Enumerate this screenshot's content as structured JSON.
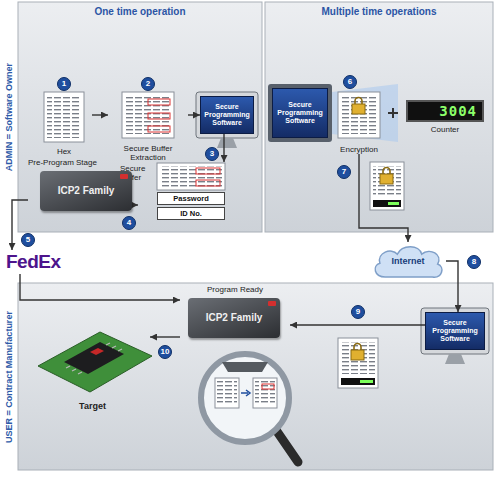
{
  "diagram": {
    "nodes": [
      {
        "text": [
          "ADMIN = Software Owner"
        ]
      },
      {
        "text": [
          "One time operation"
        ],
        "in": 0
      },
      {
        "text": [
          "Hex"
        ],
        "in": 1
      },
      {
        "text": [
          "Secure Buffer Extraction"
        ],
        "in": 1
      },
      {
        "text": [
          "Secure Programming Software"
        ],
        "in": 1
      },
      {
        "text": [
          "Secure Buffer"
        ],
        "in": 1
      },
      {
        "text": [
          "Password"
        ],
        "in": 5
      },
      {
        "text": [
          "ID No."
        ],
        "in": 5
      },
      {
        "text": [
          "Pre-Program Stage",
          "ICP2 Family"
        ],
        "in": 1
      },
      {
        "text": [
          "Multiple time operations"
        ],
        "in": 0
      },
      {
        "text": [
          "Secure Programming Software"
        ],
        "in": 9
      },
      {
        "text": [
          "Encryption"
        ],
        "in": 9
      },
      {
        "text": [
          "3004",
          "Counter"
        ],
        "in": 9
      },
      {
        "text": [
          "FedEx"
        ]
      },
      {
        "text": [
          "Internet"
        ]
      },
      {
        "text": [
          "USER = Contract Manufacturer"
        ]
      },
      {
        "text": [
          "Secure Programming Software"
        ],
        "in": 15
      },
      {
        "text": [
          "Program Ready",
          "ICP2 Family"
        ],
        "in": 15
      },
      {
        "text": [
          "Target"
        ],
        "in": 15
      }
    ],
    "edges": [
      {
        "from": 2,
        "to": 3,
        "arrow": "to"
      },
      {
        "from": 3,
        "to": 4,
        "arrow": "to"
      },
      {
        "from": 4,
        "to": 5,
        "arrow": "to"
      },
      {
        "from": 5,
        "to": 8,
        "arrow": "to"
      },
      {
        "from": 8,
        "to": 13,
        "arrow": "to"
      },
      {
        "from": 13,
        "to": 17,
        "arrow": "to"
      },
      {
        "from": 11,
        "to": 14,
        "arrow": "to"
      },
      {
        "from": 14,
        "to": 16,
        "arrow": "to"
      },
      {
        "from": 16,
        "to": 17,
        "arrow": "to"
      },
      {
        "from": 17,
        "to": 18,
        "arrow": "to"
      }
    ],
    "labels": [
      "1",
      "2",
      "3",
      "4",
      "5",
      "6",
      "7",
      "8",
      "9",
      "10"
    ]
  }
}
